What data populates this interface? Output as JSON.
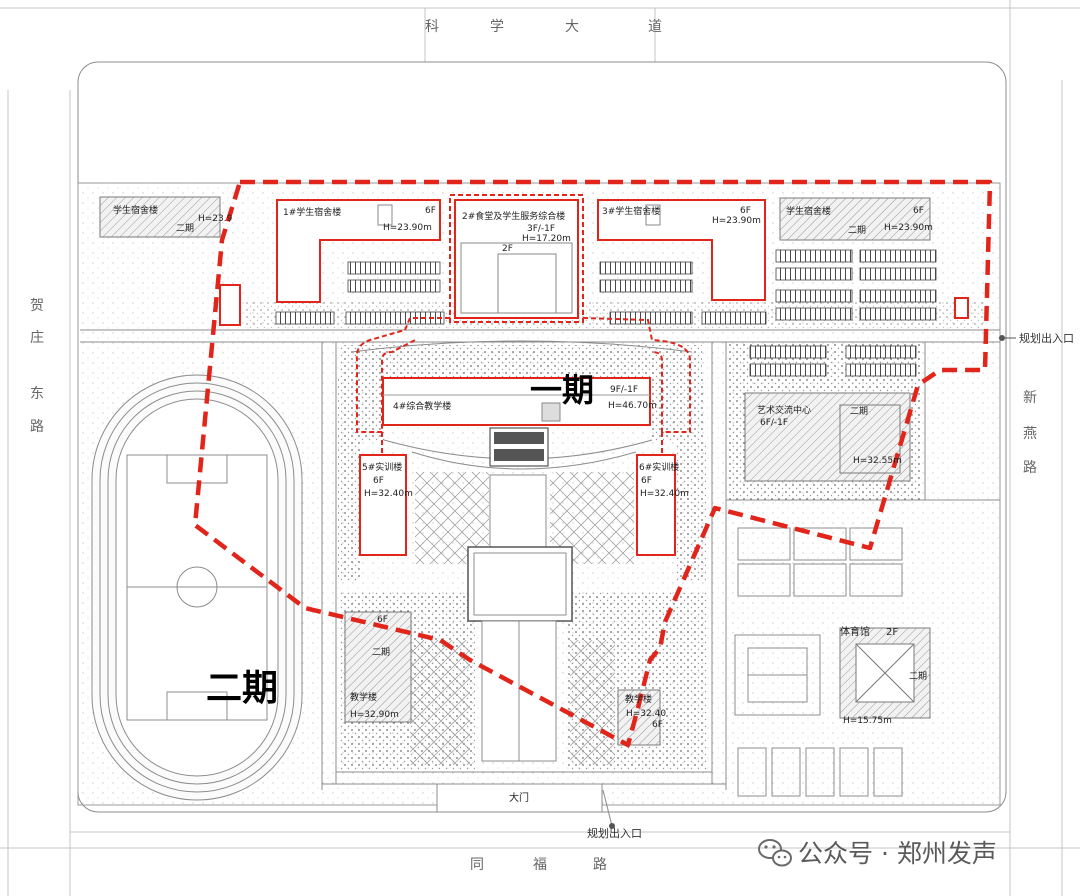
{
  "roads": {
    "north": [
      "科",
      "学",
      "大",
      "道"
    ],
    "south": [
      "同",
      "福",
      "路"
    ],
    "west": [
      "贺",
      "庄",
      "东",
      "路"
    ],
    "east": [
      "新",
      "燕",
      "路"
    ]
  },
  "entrances": {
    "east": "规划出入口",
    "south": "规划出入口"
  },
  "phases": {
    "phase_1": "一期",
    "phase_2": "二期"
  },
  "buildings": {
    "dorm_1": {
      "name": "1#学生宿舍楼",
      "floors": "6F",
      "height": "H=23.90m"
    },
    "canteen_2": {
      "name": "2#食堂及学生服务综合楼",
      "floors": "3F/-1F",
      "height": "H=17.20m",
      "podium": "2F"
    },
    "dorm_3": {
      "name": "3#学生宿舍楼",
      "floors": "6F",
      "height": "H=23.90m"
    },
    "dorm_east": {
      "name": "学生宿舍楼",
      "floors": "6F",
      "phase": "二期",
      "height": "H=23.90m"
    },
    "dorm_west": {
      "name": "学生宿舍楼",
      "phase": "二期",
      "height": "H=23.9"
    },
    "teaching_4": {
      "name": "4#综合教学楼",
      "floors": "9F/-1F",
      "height": "H=46.70m"
    },
    "training_5": {
      "name": "5#实训楼",
      "floors": "6F",
      "height": "H=32.40m"
    },
    "training_6": {
      "name": "6#实训楼",
      "floors": "6F",
      "height": "H=32.40m"
    },
    "art_center": {
      "name": "艺术交流中心",
      "floors": "6F/-1F",
      "phase": "二期",
      "height": "H=32.55m"
    },
    "gym": {
      "name": "体育馆",
      "floors": "2F",
      "phase": "二期",
      "height": "H=15.75m"
    },
    "teaching_sw": {
      "name": "教学楼",
      "floors": "6F",
      "phase": "二期",
      "height": "H=32.90m"
    },
    "teaching_se": {
      "name": "教学楼",
      "floors": "6F",
      "height": "H=32.40"
    }
  },
  "gate": {
    "label": "大门"
  },
  "watermark": {
    "icon": "wechat-icon",
    "text": "公众号 · 郑州发声"
  },
  "colors": {
    "boundary": "#e1251b",
    "line": "#8c8c8c",
    "ink": "#222222",
    "wm": "#5a5a5a"
  }
}
